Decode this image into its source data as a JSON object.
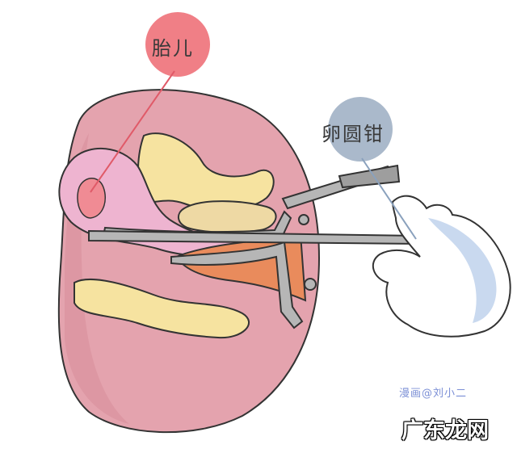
{
  "labels": {
    "fetus": "胎儿",
    "forceps": "卵圆钳"
  },
  "credit": "漫画@刘小二",
  "watermark": "广东龙网",
  "colors": {
    "body": "#e4a3ae",
    "body_dark": "#d98f9b",
    "fat": "#f6e3a0",
    "uterus": "#eeb4d0",
    "fetus": "#f08b94",
    "bladder": "#eed9a4",
    "vaginal_canal": "#e98b5c",
    "instrument": "#b6b6b6",
    "glove": "#c9d9ef",
    "callout_red": "#f07f86",
    "callout_blue": "#aab9cb",
    "credit": "#7b8fd6"
  }
}
